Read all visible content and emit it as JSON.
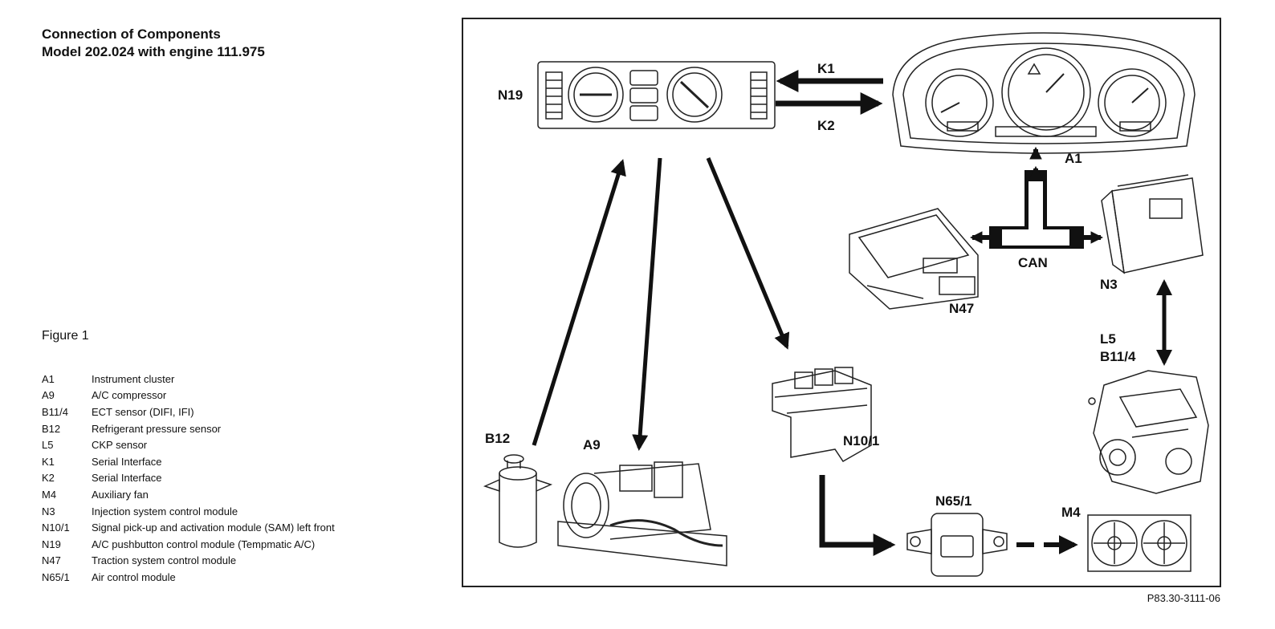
{
  "header": {
    "title_line1": "Connection of Components",
    "title_line2": "Model 202.024 with engine 111.975"
  },
  "figure_label": "Figure 1",
  "legend": [
    {
      "code": "A1",
      "desc": "Instrument cluster"
    },
    {
      "code": "A9",
      "desc": "A/C compressor"
    },
    {
      "code": "B11/4",
      "desc": "ECT sensor (DIFI, IFI)"
    },
    {
      "code": "B12",
      "desc": "Refrigerant pressure sensor"
    },
    {
      "code": "L5",
      "desc": "CKP sensor"
    },
    {
      "code": "K1",
      "desc": "Serial Interface"
    },
    {
      "code": "K2",
      "desc": "Serial Interface"
    },
    {
      "code": "M4",
      "desc": "Auxiliary fan"
    },
    {
      "code": "N3",
      "desc": "Injection system control module"
    },
    {
      "code": "N10/1",
      "desc": "Signal pick-up and activation module (SAM) left front"
    },
    {
      "code": "N19",
      "desc": "A/C pushbutton control module (Tempmatic A/C)"
    },
    {
      "code": "N47",
      "desc": "Traction system control module"
    },
    {
      "code": "N65/1",
      "desc": "Air control module"
    }
  ],
  "diagram": {
    "labels": {
      "n19": "N19",
      "k1": "K1",
      "k2": "K2",
      "a1": "A1",
      "can": "CAN",
      "n3": "N3",
      "n47": "N47",
      "l5": "L5",
      "b11_4": "B11/4",
      "b12": "B12",
      "a9": "A9",
      "n10_1": "N10/1",
      "n65_1": "N65/1",
      "m4": "M4"
    }
  },
  "figure_ref": "P83.30-3111-06"
}
